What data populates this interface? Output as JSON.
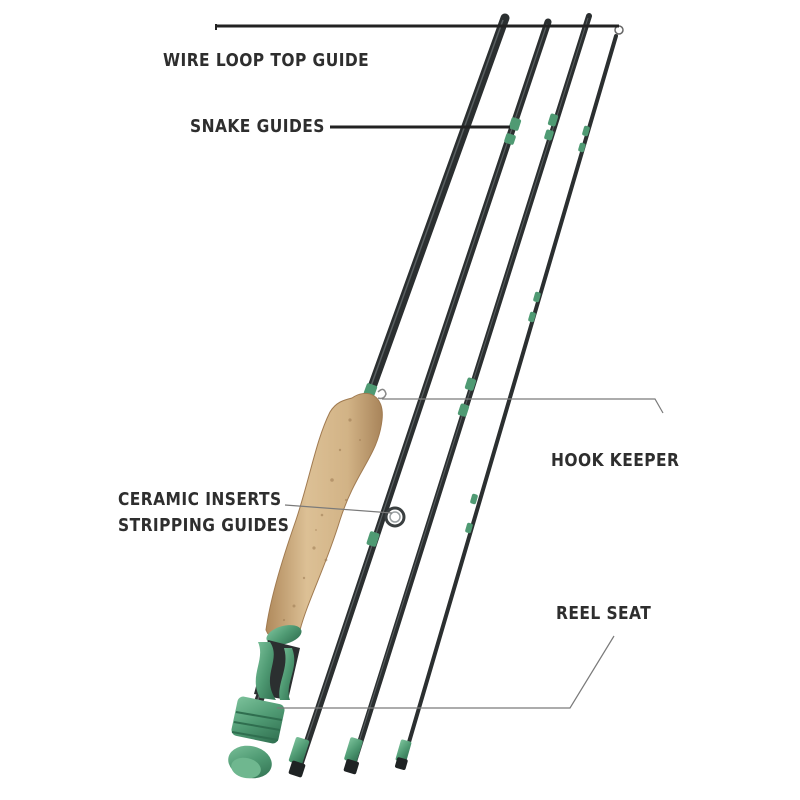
{
  "labels": {
    "wire_loop_top_guide": "WIRE LOOP TOP GUIDE",
    "snake_guides": "SNAKE GUIDES",
    "hook_keeper": "HOOK KEEPER",
    "ceramic_line1": "CERAMIC INSERTS",
    "ceramic_line2": "STRIPPING GUIDES",
    "reel_seat": "REEL SEAT"
  },
  "colors": {
    "blank": "#2b2f30",
    "blank_highlight": "#5a6062",
    "accent_green": "#4f9a73",
    "accent_green_dark": "#2f6e4f",
    "cork": "#d2b386",
    "cork_shadow": "#b8956a",
    "leader_line": "#222222",
    "thin_leader": "#7a7a7a",
    "label_text": "#2e2e2e"
  }
}
